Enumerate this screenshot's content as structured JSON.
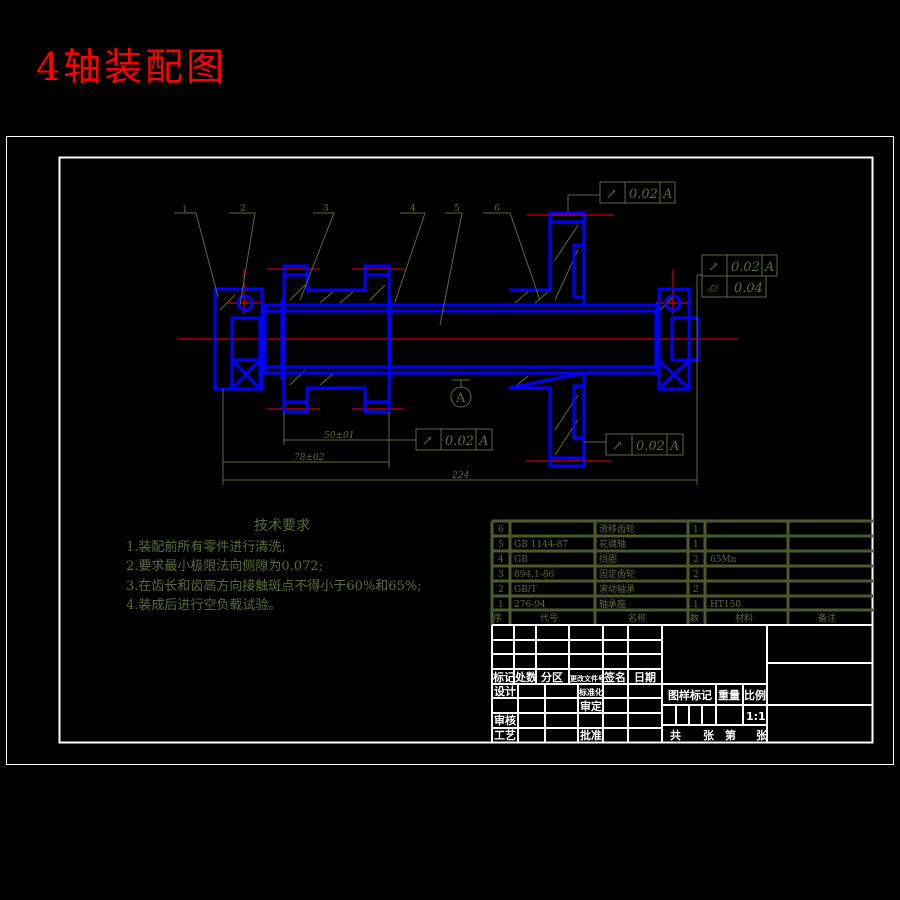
{
  "title": "4轴装配图",
  "colors": {
    "outline": "#0000ff",
    "centerline": "#ff0000",
    "annotation": "#5a6b3a",
    "frame": "#ffffff",
    "title": "#ff0000"
  },
  "balloons": [
    "1",
    "2",
    "3",
    "4",
    "5",
    "6"
  ],
  "dimensions": {
    "d1": "50±01",
    "d2": "78±02",
    "d3": "224"
  },
  "datum": "A",
  "tolerances": [
    {
      "symbol": "↗",
      "value": "0.02",
      "datum": "A"
    },
    {
      "symbol": "↗",
      "value": "0.02",
      "datum": "A"
    },
    {
      "symbol": "⌭",
      "value": "0.04",
      "datum": ""
    },
    {
      "symbol": "↗",
      "value": "0.02",
      "datum": "A"
    },
    {
      "symbol": "↗",
      "value": "0.02",
      "datum": "A"
    }
  ],
  "tech": {
    "heading": "技术要求",
    "items": [
      "1.装配前所有零件进行清洗;",
      "2.要求最小极限法向侧隙为0.072;",
      "3.在齿长和齿高方向接触斑点不得小于60%和65%;",
      "4.装成后进行空负载试验。"
    ]
  },
  "parts": {
    "rows": [
      {
        "no": "6",
        "code": "",
        "name": "滑移齿轮",
        "qty": "1",
        "material": "",
        "note": ""
      },
      {
        "no": "5",
        "code": "GB 1144-87",
        "name": "花键轴",
        "qty": "1",
        "material": "",
        "note": ""
      },
      {
        "no": "4",
        "code": "GB",
        "name": "挡圈",
        "qty": "2",
        "material": "65Mn",
        "note": ""
      },
      {
        "no": "3",
        "code": "894.1-86",
        "name": "固定齿轮",
        "qty": "2",
        "material": "",
        "note": ""
      },
      {
        "no": "2",
        "code": "GB/T",
        "name": "滚动轴承",
        "qty": "2",
        "material": "",
        "note": ""
      },
      {
        "no": "1",
        "code": "276-94",
        "name": "轴承座",
        "qty": "1",
        "material": "HT150",
        "note": ""
      }
    ],
    "header": {
      "no": "序",
      "code": "代号",
      "name": "名称",
      "qty": "数",
      "material": "材料",
      "note": "备注"
    }
  },
  "titleblock": {
    "mark": "标记",
    "count": "处数",
    "zone": "分区",
    "docno": "更改文件号",
    "sign": "签名",
    "date": "日期",
    "design": "设计",
    "standard": "标准化",
    "approve_check": "审定",
    "review": "审核",
    "process": "工艺",
    "approve": "批准",
    "stage": "图样标记",
    "weight": "重量",
    "scale_label": "比例",
    "scale": "1:1",
    "total": "共",
    "sheets": "张",
    "page": "第",
    "sheet2": "张"
  }
}
